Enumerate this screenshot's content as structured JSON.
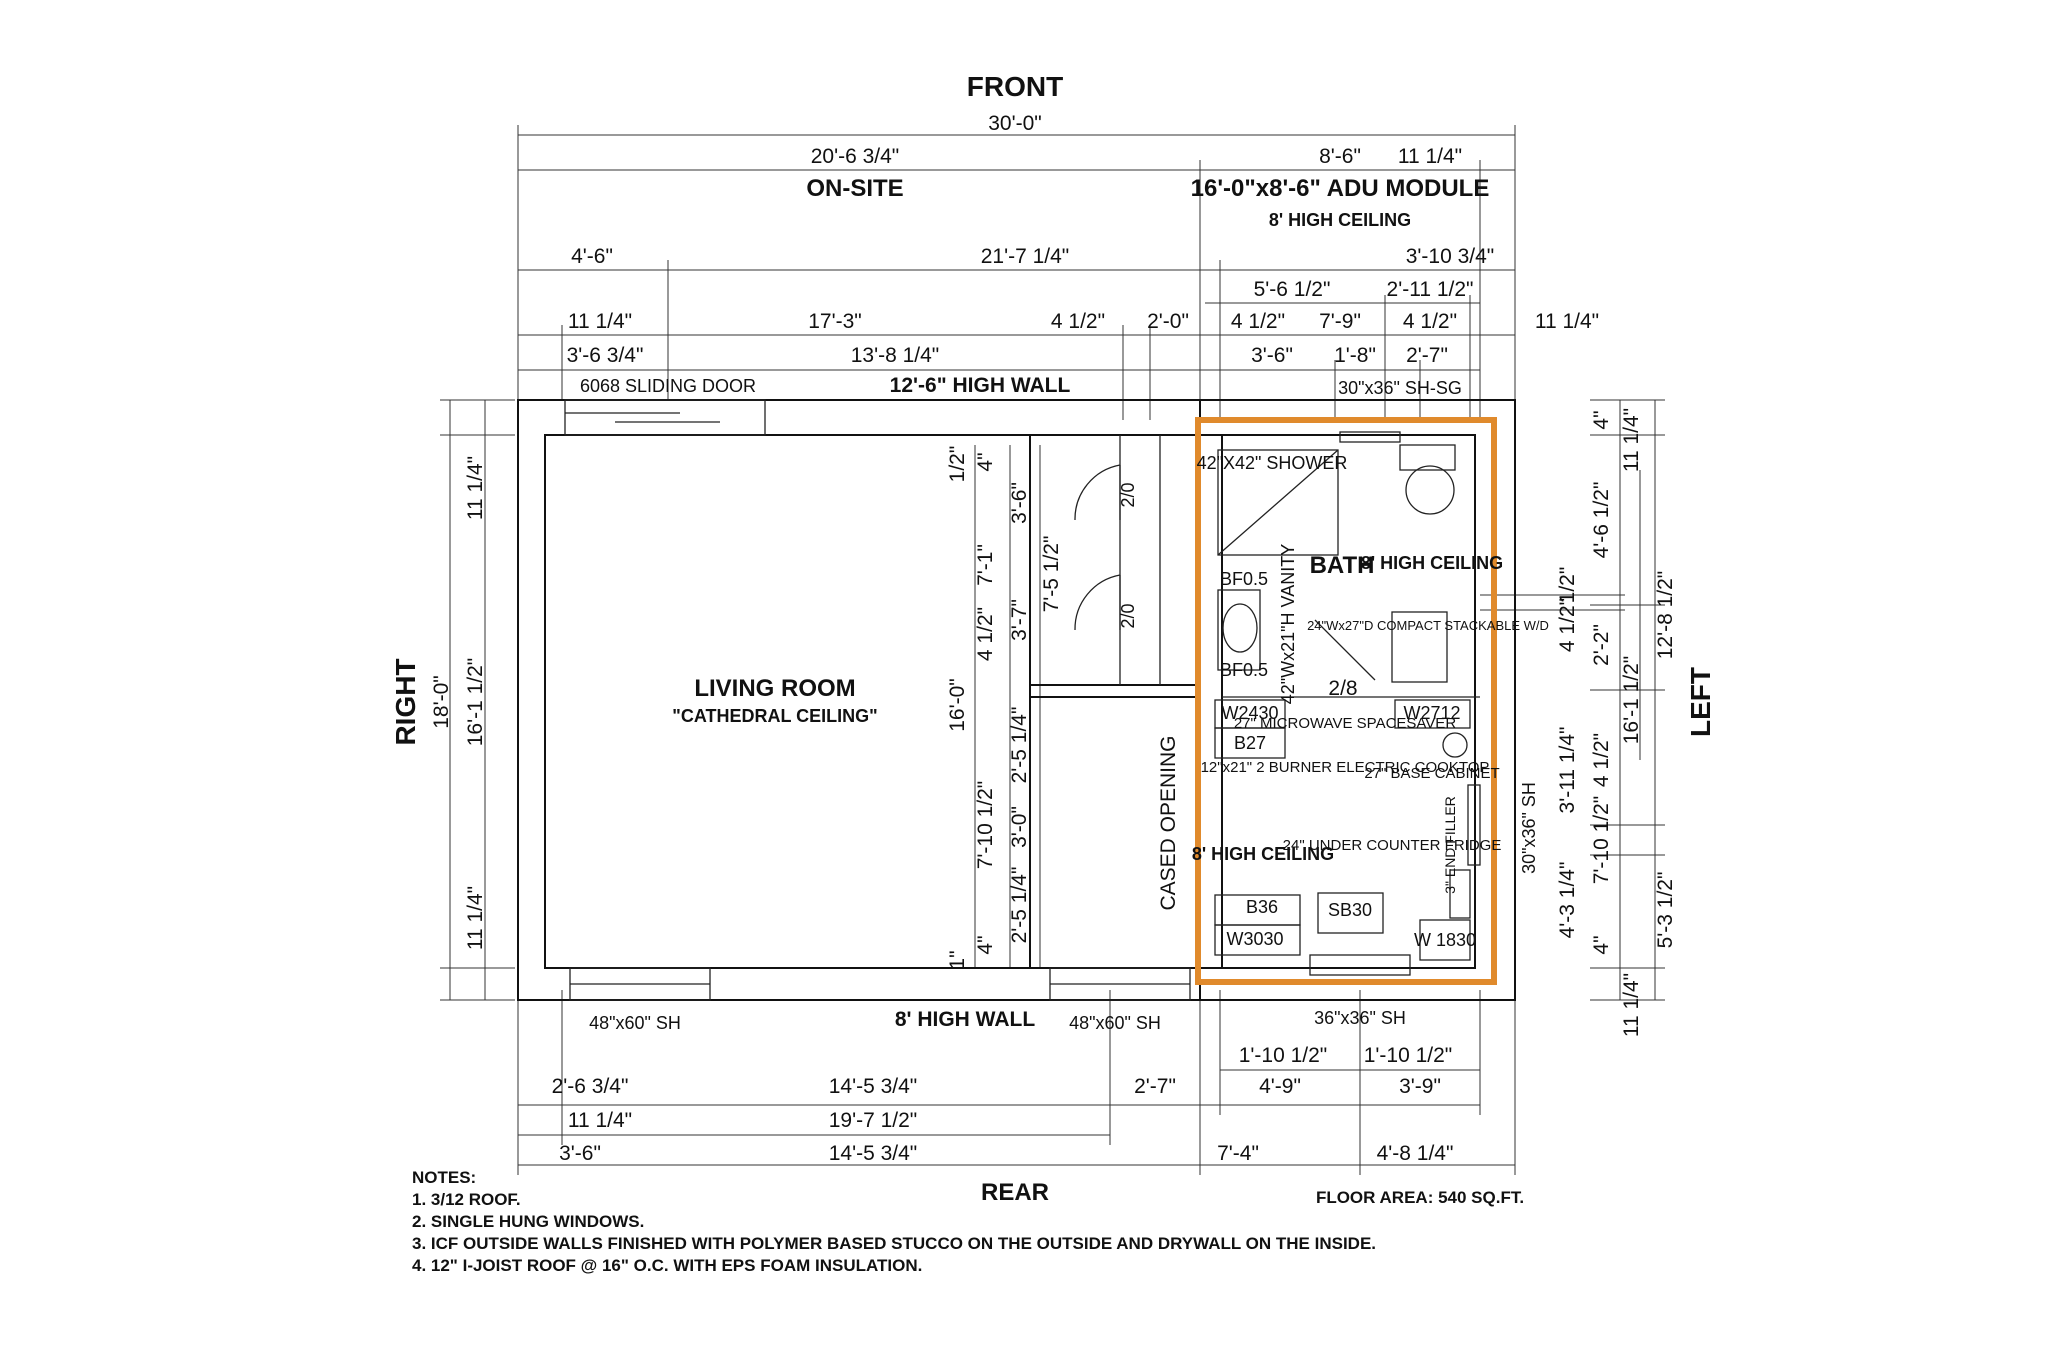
{
  "titles": {
    "front": "FRONT",
    "rear": "REAR",
    "right": "RIGHT",
    "left": "LEFT",
    "on_site": "ON-SITE",
    "adu_module": "16'-0\"x8'-6\" ADU MODULE",
    "adu_ceiling": "8' HIGH CEILING",
    "living_room": "LIVING ROOM",
    "living_ceiling": "\"CATHEDRAL CEILING\"",
    "high_wall_top": "12'-6\" HIGH WALL",
    "high_wall_bottom": "8' HIGH WALL",
    "floor_area": "FLOOR AREA: 540 SQ.FT."
  },
  "top_dims": {
    "overall": "30'-0\"",
    "r1_a": "20'-6 3/4\"",
    "r1_b": "8'-6\"",
    "r1_c": "11 1/4\"",
    "r2_a": "4'-6\"",
    "r2_b": "21'-7 1/4\"",
    "r2_c": "3'-10 3/4\"",
    "r3_a": "5'-6 1/2\"",
    "r3_b": "2'-11 1/2\"",
    "r4_a": "11 1/4\"",
    "r4_b": "17'-3\"",
    "r4_c": "4 1/2\"",
    "r4_d": "2'-0\"",
    "r4_e": "4 1/2\"",
    "r4_f": "7'-9\"",
    "r4_g": "4 1/2\"",
    "r4_h": "11 1/4\"",
    "r5_a": "3'-6 3/4\"",
    "r5_b": "13'-8 1/4\"",
    "r5_c": "3'-6\"",
    "r5_d": "1'-8\"",
    "r5_e": "2'-7\""
  },
  "bottom_dims": {
    "b1_a": "1'-10 1/2\"",
    "b1_b": "1'-10 1/2\"",
    "b2_a": "2'-6 3/4\"",
    "b2_b": "14'-5 3/4\"",
    "b2_c": "2'-7\"",
    "b2_d": "4'-9\"",
    "b2_e": "3'-9\"",
    "b3_a": "11 1/4\"",
    "b3_b": "19'-7 1/2\"",
    "b4_a": "3'-6\"",
    "b4_b": "14'-5 3/4\"",
    "b4_c": "7'-4\"",
    "b4_d": "4'-8 1/4\""
  },
  "left_side_dims": {
    "overall": "18'-0\"",
    "mid": "16'-1 1/2\"",
    "top": "11 1/4\"",
    "bottom": "11 1/4\""
  },
  "inner_dims": {
    "d_half": "1/2\"",
    "d_4": "4\"",
    "d_36": "3'-6\"",
    "d_71": "7'-1\"",
    "d_412": "4 1/2\"",
    "d_37": "3'-7\"",
    "d_7512": "7'-5 1/2\"",
    "d_160": "16'-0\"",
    "d_2514a": "2'-5 1/4\"",
    "d_7_10_12": "7'-10 1/2\"",
    "d_30": "3'-0\"",
    "d_2514b": "2'-5 1/4\"",
    "d_4b": "4\"",
    "d_1": "1\""
  },
  "right_side_dims": {
    "r_4": "4\"",
    "r_1114a": "11 1/4\"",
    "r_4612": "4'-6 1/2\"",
    "r_12812": "12'-8 1/2\"",
    "r_half": "1/2\"",
    "r_412": "4 1/2\"",
    "r_22": "2'-2\"",
    "r_1612": "16'-1 1/2\"",
    "r_31114": "3'-11 1/4\"",
    "r_412b": "4 1/2\"",
    "r_71012": "7'-10 1/2\"",
    "r_4314": "4'-3 1/4\"",
    "r_53212": "5'-3 1/2\"",
    "r_4b": "4\"",
    "r_1114b": "11 1/4\""
  },
  "openings": {
    "sliding_door": "6068 SLIDING DOOR",
    "bath_window": "30\"x36\" SH-SG",
    "rear_win_1": "48\"x60\" SH",
    "rear_win_2": "48\"x60\" SH",
    "kitchen_rear_win": "36\"x36\" SH",
    "left_window": "30\"x36\" SH",
    "cased_opening": "CASED OPENING",
    "closet_1": "2/0",
    "closet_2": "2/0",
    "bath_door": "2/8"
  },
  "bath": {
    "shower": "42\"X42\" SHOWER",
    "label": "BATH",
    "ceiling": "8' HIGH CEILING",
    "bf_top": "BF0.5",
    "bf_bottom": "BF0.5",
    "vanity": "42\"Wx21\"H VANITY",
    "washer": "24\"Wx27\"D COMPACT STACKABLE W/D"
  },
  "kitchen": {
    "w2430": "W2430",
    "w2712": "W2712",
    "b27": "B27",
    "microwave": "27\" MICROWAVE SPACESAVER",
    "cooktop": "12\"x21\" 2 BURNER ELECTRIC COOKTOP",
    "base_cabinet": "27\" BASE CABINET",
    "ceiling": "8' HIGH CEILING",
    "fridge": "24\" UNDER COUNTER FRIDGE",
    "end_filler": "3\" END FILLER",
    "b36": "B36",
    "sb30": "SB30",
    "w3030": "W3030",
    "w1830": "W 1830"
  },
  "notes": {
    "heading": "NOTES:",
    "n1": "1. 3/12 ROOF.",
    "n2": "2. SINGLE HUNG WINDOWS.",
    "n3": "3. ICF OUTSIDE WALLS FINISHED WITH POLYMER BASED STUCCO ON THE OUTSIDE AND DRYWALL ON THE INSIDE.",
    "n4": "4. 12\" I-JOIST ROOF @ 16\" O.C. WITH EPS FOAM INSULATION."
  },
  "colors": {
    "highlight": "#e08a2c",
    "ink": "#111111",
    "background": "#ffffff"
  }
}
